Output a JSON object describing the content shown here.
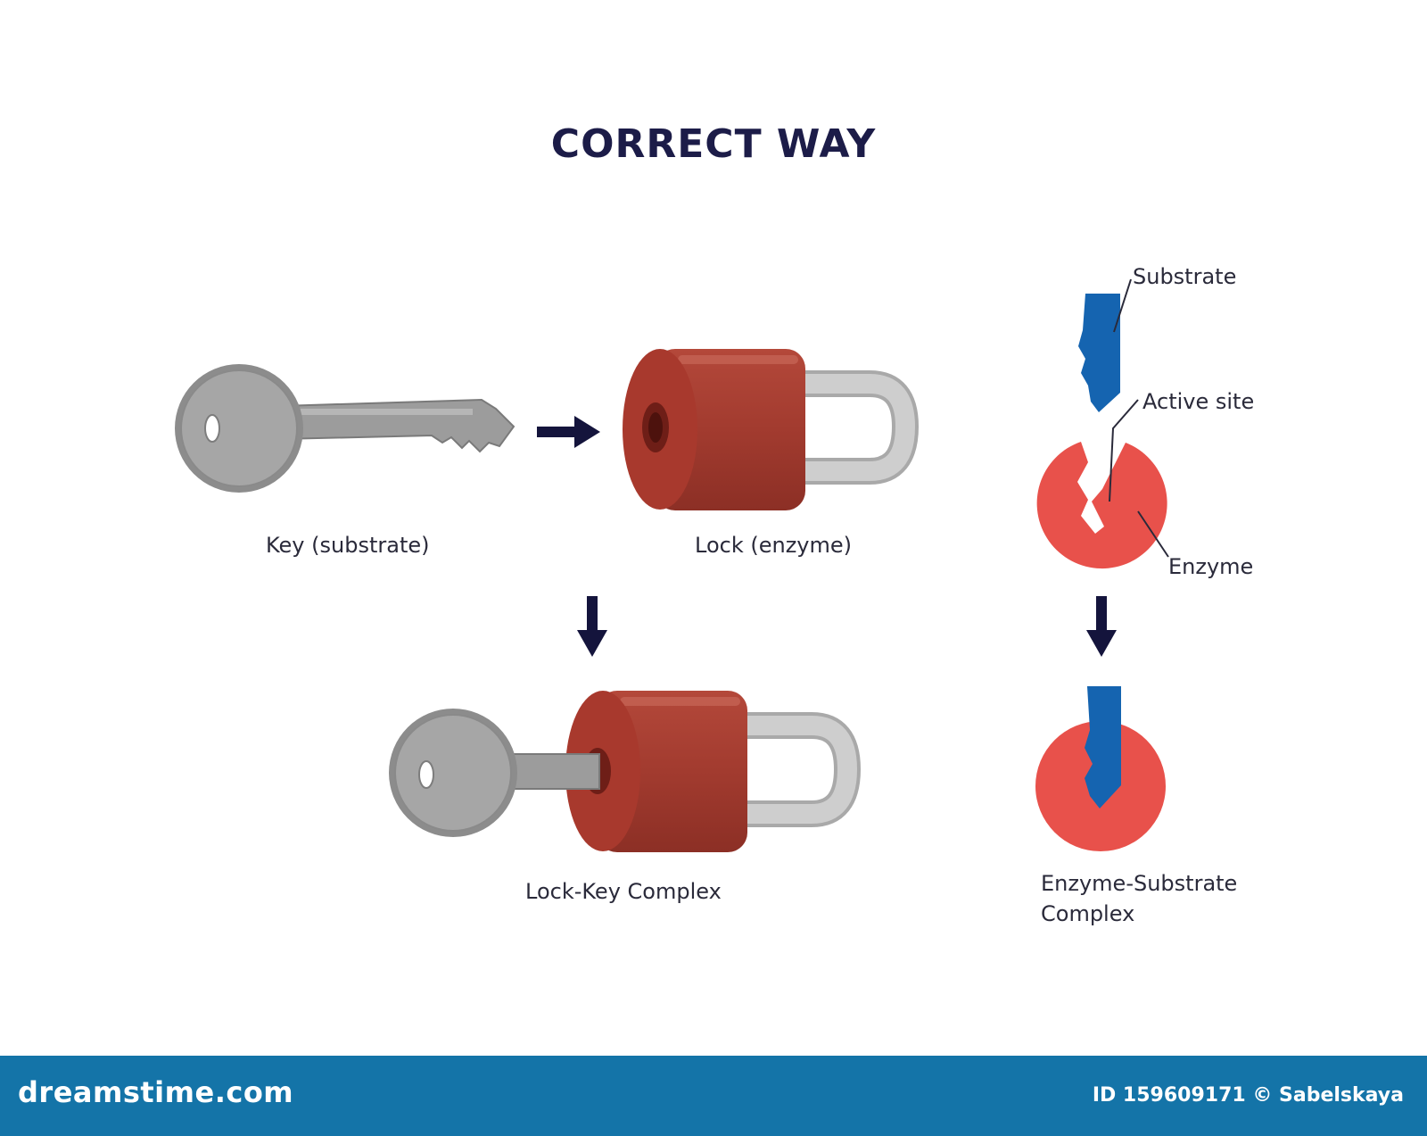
{
  "title": "CORRECT WAY",
  "labels": {
    "key": "Key (substrate)",
    "lock": "Lock (enzyme)",
    "lock_key_complex": "Lock-Key Complex",
    "substrate": "Substrate",
    "active_site": "Active site",
    "enzyme": "Enzyme",
    "enzyme_substrate_line1": "Enzyme-Substrate",
    "enzyme_substrate_line2": "Complex"
  },
  "footer": {
    "brand": "dreamstime.com",
    "credit": "ID 159609171 © Sabelskaya"
  },
  "icons": [
    "key-icon",
    "padlock-icon",
    "arrow-right-icon",
    "arrow-down-icon",
    "enzyme-icon",
    "substrate-icon",
    "lock-key-complex-icon",
    "enzyme-substrate-complex-icon"
  ],
  "colors": {
    "title": "#1c1c48",
    "arrow": "#14143c",
    "lock_body": "#a23b2f",
    "shackle": "#c9c9c9",
    "key": "#9a9a9a",
    "enzyme": "#e8514b",
    "substrate": "#1564b0",
    "footer": "#1474a8"
  }
}
